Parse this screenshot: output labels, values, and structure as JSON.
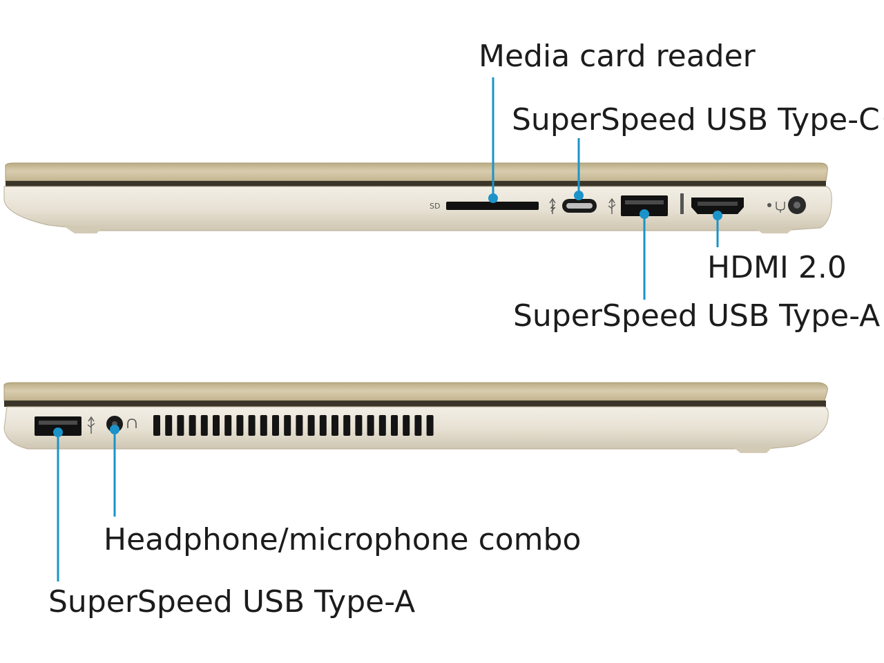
{
  "callouts": {
    "media_card_reader": "Media card reader",
    "usb_type_c": "SuperSpeed USB Type-C®",
    "hdmi": "HDMI 2.0",
    "usb_type_a_right": "SuperSpeed USB Type-A",
    "headphone_combo": "Headphone/microphone combo",
    "usb_type_a_left": "SuperSpeed USB Type-A"
  },
  "port_labels": {
    "sd": "SD"
  },
  "colors": {
    "leader_line": "#1b93c9",
    "chassis_gold": "#cbbf9e",
    "chassis_base": "#e9e4da",
    "port_black": "#111111",
    "background": "#ffffff"
  },
  "icons": [
    "usb-icon",
    "thunderbolt-usb-icon",
    "hdmi-icon",
    "power-icon",
    "headphone-icon"
  ]
}
